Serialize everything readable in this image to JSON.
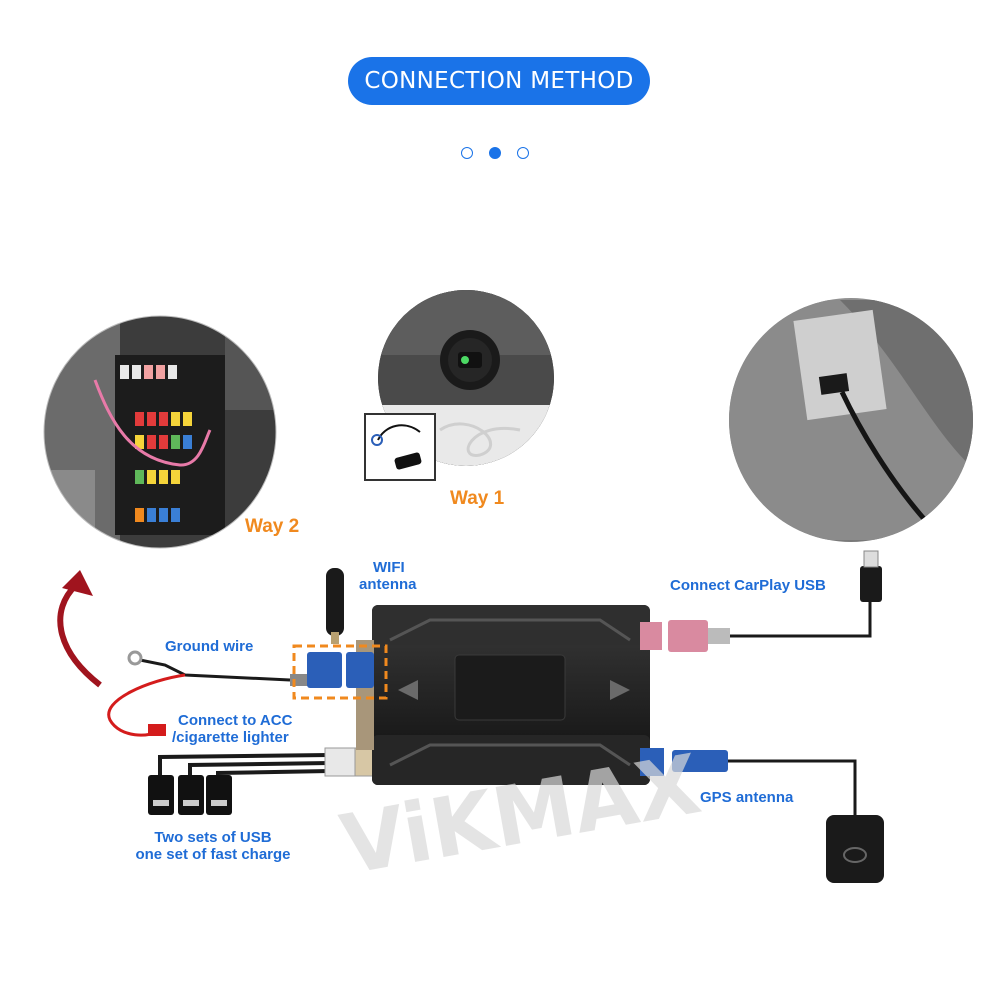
{
  "header": {
    "title": "CONNECTION METHOD",
    "carousel_dots": [
      false,
      true,
      false
    ]
  },
  "photos": {
    "way2_label": "Way 2",
    "way1_label": "Way 1"
  },
  "labels": {
    "wifi_antenna": [
      "WIFI",
      "antenna"
    ],
    "connect_carplay_usb": "Connect CarPlay USB",
    "ground_wire": "Ground wire",
    "connect_acc": [
      "Connect to ACC",
      "/cigarette lighter"
    ],
    "gps_antenna": "GPS antenna",
    "usb_sets": [
      "Two sets of USB",
      "one set of fast charge"
    ]
  },
  "watermark": "ViKMAX",
  "colors": {
    "accent_blue": "#1a73e8",
    "label_blue": "#1f6cd6",
    "way_orange": "#f0891e",
    "dashed_orange": "#f0891e",
    "arrow_red": "#a0141e",
    "connector_pink": "#d98aa0",
    "connector_blue": "#2b5fb8"
  }
}
